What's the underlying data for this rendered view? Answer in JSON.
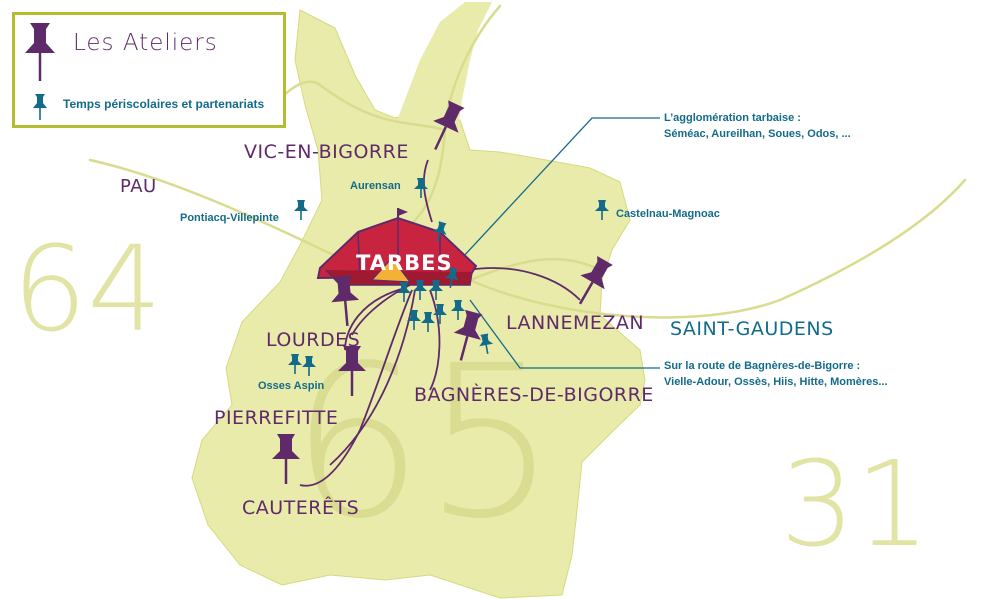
{
  "legend": {
    "ateliers_label": "Les Ateliers",
    "periscolaire_label": "Temps périscolaires et partenariats"
  },
  "departments": {
    "d64": "64",
    "d65": "65",
    "d31": "31"
  },
  "center": {
    "name": "TARBES"
  },
  "towns": {
    "vic": "VIC-EN-BIGORRE",
    "pau": "PAU",
    "lourdes": "LOURDES",
    "pierrefitte": "PIERREFITTE",
    "cauterets": "CAUTERÊTS",
    "bagneres": "BAGNÈRES-DE-BIGORRE",
    "lannemezan": "LANNEMEZAN",
    "saint_gaudens": "SAINT-GAUDENS"
  },
  "partners": {
    "aurensan": "Aurensan",
    "pontiacq": "Pontiacq-Villepinte",
    "castelnau": "Castelnau-Magnoac",
    "osses_aspin": "Osses Aspin"
  },
  "notes": {
    "agglo_line1": "L’agglomération tarbaise :",
    "agglo_line2": "Séméac, Aureilhan, Soues, Odos, ...",
    "route_line1": "Sur la route de Bagnères-de-Bigorre :",
    "route_line2": "Vielle-Adour, Ossès, Hiis, Hitte, Momères..."
  },
  "colors": {
    "region_fill": "#e9ebab",
    "region_stroke": "#d7da7e",
    "purple": "#5f2a6a",
    "teal": "#136b8a",
    "legend_border": "#b3bd2e",
    "circus_red": "#c9243f"
  }
}
